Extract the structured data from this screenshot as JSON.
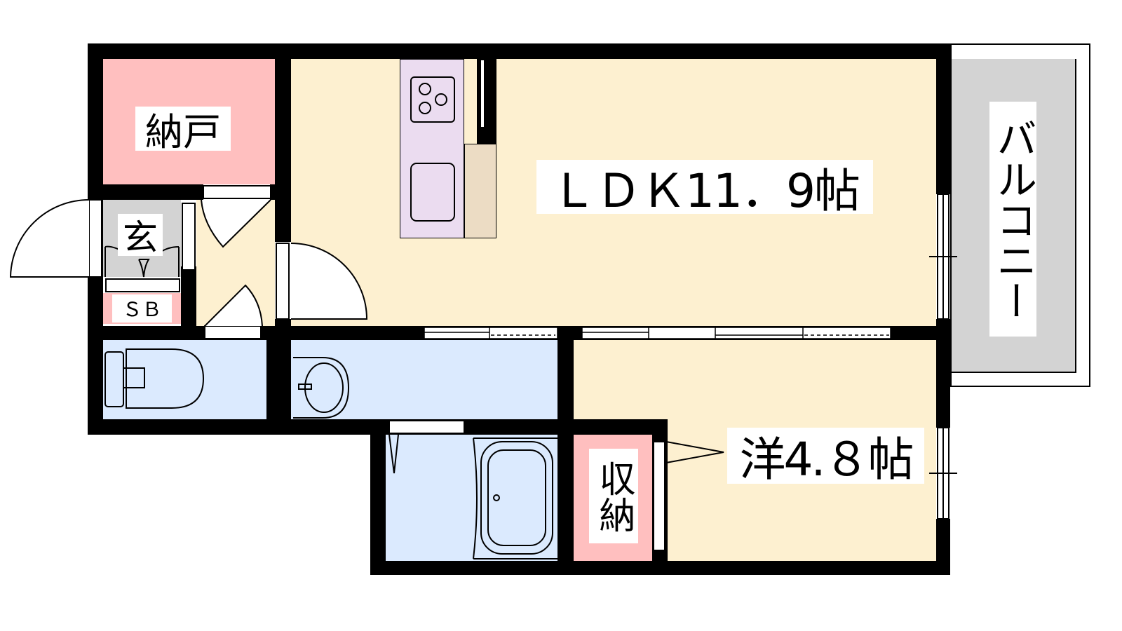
{
  "floorplan": {
    "rooms": {
      "storage_room": "納戸",
      "ldk": "ＬＤＫ11．9帖",
      "entrance": "玄",
      "shoe_box": "ＳＢ",
      "western_room": "洋4.８帖",
      "closet": "収納",
      "balcony": "バルコニー"
    },
    "colors": {
      "pink": "#ffbfbf",
      "cream": "#fdf0d0",
      "blue": "#dbeafe",
      "lavender": "#ebdcf0",
      "tan": "#ecdcc4",
      "gray": "#d3d3d3"
    }
  }
}
